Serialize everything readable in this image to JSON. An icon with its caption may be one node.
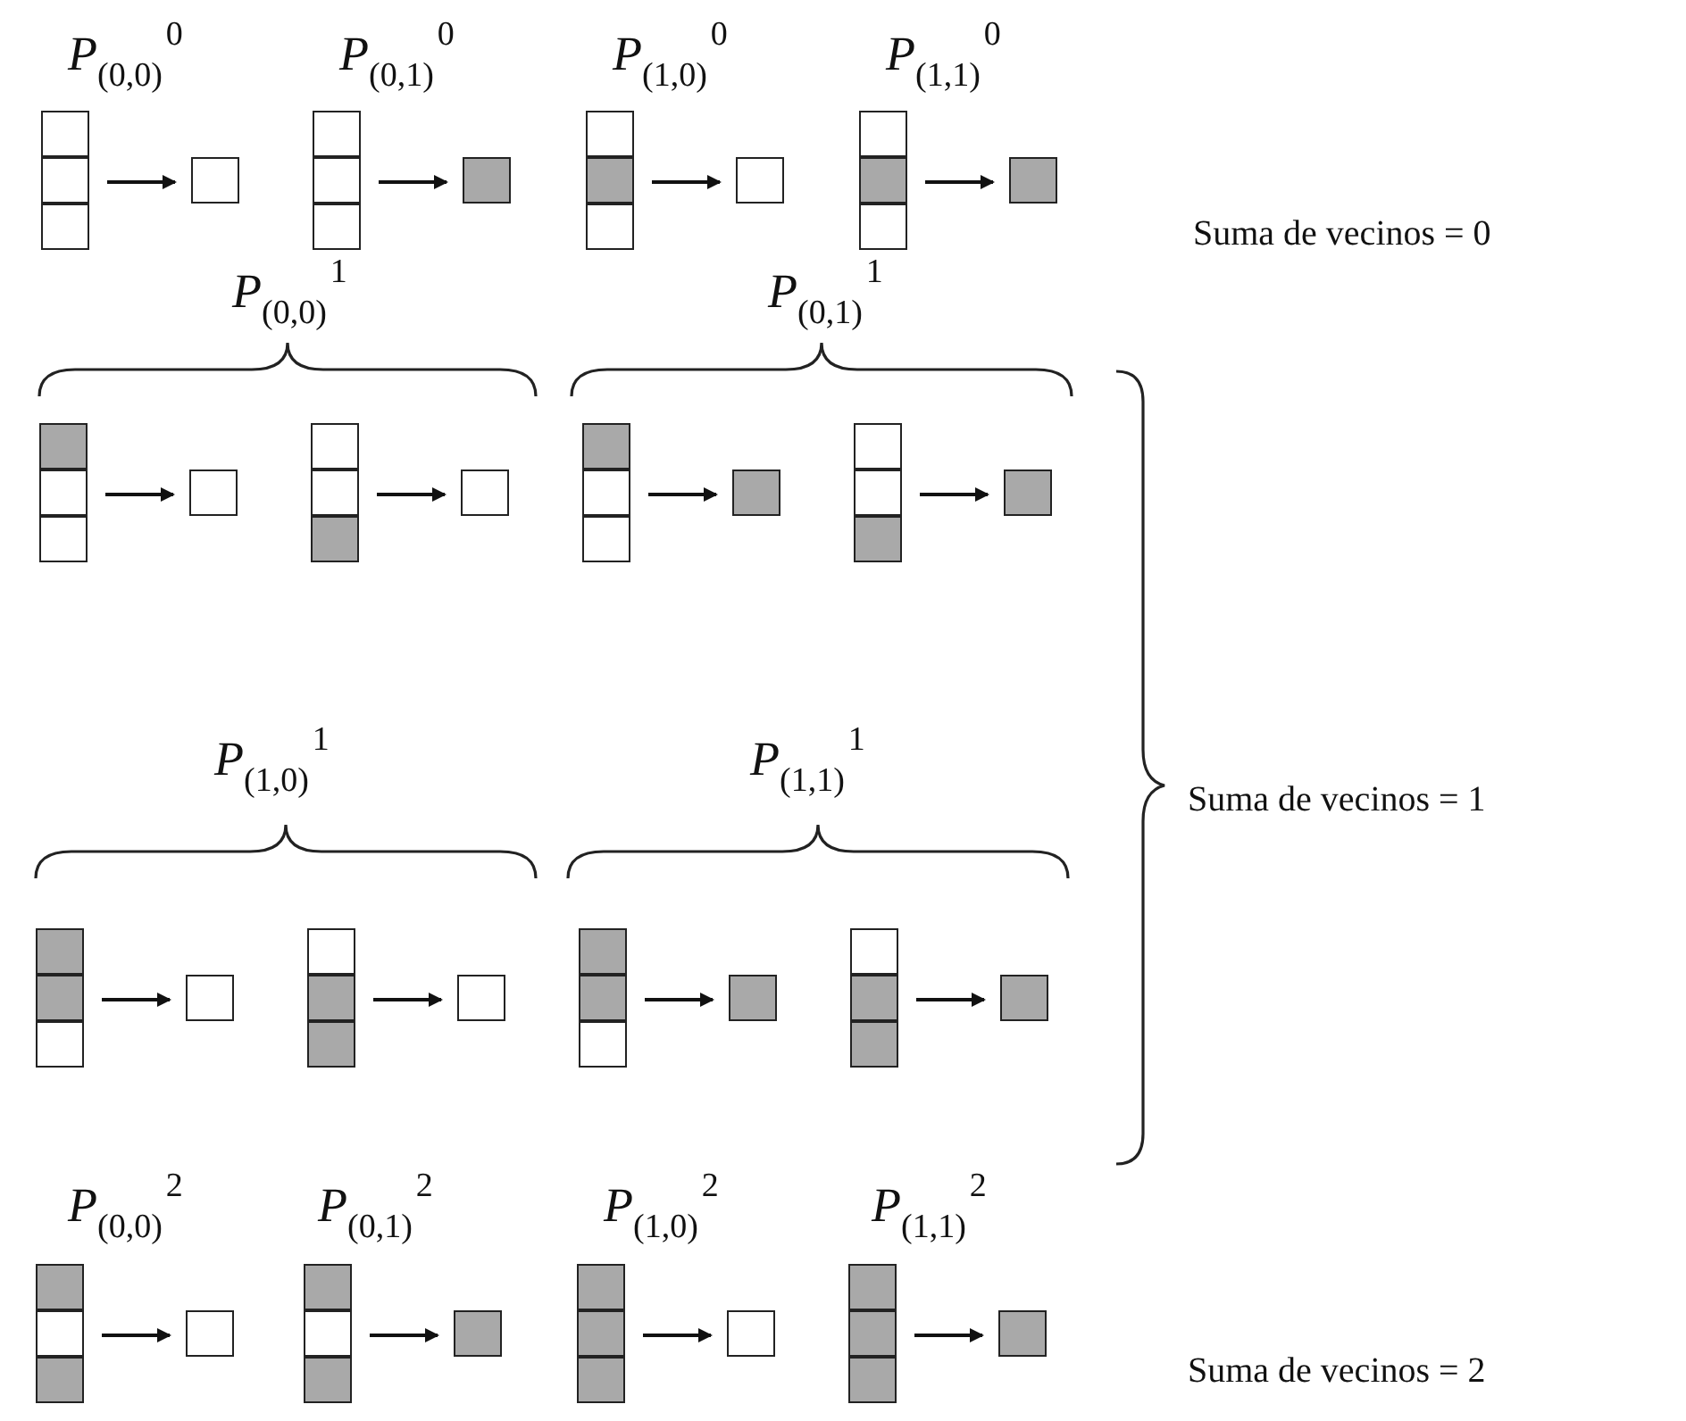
{
  "diagram": {
    "nodes": [
      {
        "text": [
          "*P*$_{(0,0)}$$^{0}$"
        ]
      },
      {
        "text": [],
        "shape": "box",
        "in": 0
      },
      {
        "text": [],
        "shape": "box",
        "in": 0
      },
      {
        "text": [],
        "shape": "box",
        "in": 0
      },
      {
        "text": [],
        "shape": "box",
        "in": 0
      },
      {
        "text": [
          "*P*$_{(0,1)}$$^{0}$"
        ]
      },
      {
        "text": [],
        "shape": "box",
        "in": 5
      },
      {
        "text": [],
        "shape": "box",
        "in": 5
      },
      {
        "text": [],
        "shape": "box",
        "in": 5
      },
      {
        "text": [],
        "shape": "shaded-box",
        "in": 5
      },
      {
        "text": [
          "*P*$_{(1,0)}$$^{0}$"
        ]
      },
      {
        "text": [],
        "shape": "box",
        "in": 10
      },
      {
        "text": [],
        "shape": "shaded-box",
        "in": 10
      },
      {
        "text": [],
        "shape": "box",
        "in": 10
      },
      {
        "text": [],
        "shape": "box",
        "in": 10
      },
      {
        "text": [
          "*P*$_{(1,1)}$$^{0}$"
        ]
      },
      {
        "text": [],
        "shape": "box",
        "in": 15
      },
      {
        "text": [],
        "shape": "shaded-box",
        "in": 15
      },
      {
        "text": [],
        "shape": "box",
        "in": 15
      },
      {
        "text": [],
        "shape": "shaded-box",
        "in": 15
      },
      {
        "text": [
          "*P*$_{(0,0)}$$^{1}$"
        ]
      },
      {
        "text": [],
        "shape": "shaded-box",
        "in": 20
      },
      {
        "text": [],
        "shape": "box",
        "in": 20
      },
      {
        "text": [],
        "shape": "box",
        "in": 20
      },
      {
        "text": [],
        "shape": "box",
        "in": 20
      },
      {
        "text": [],
        "shape": "box",
        "in": 20
      },
      {
        "text": [],
        "shape": "box",
        "in": 20
      },
      {
        "text": [],
        "shape": "shaded-box",
        "in": 20
      },
      {
        "text": [],
        "shape": "box",
        "in": 20
      },
      {
        "text": [
          "*P*$_{(0,1)}$$^{1}$"
        ]
      },
      {
        "text": [],
        "shape": "shaded-box",
        "in": 29
      },
      {
        "text": [],
        "shape": "box",
        "in": 29
      },
      {
        "text": [],
        "shape": "box",
        "in": 29
      },
      {
        "text": [],
        "shape": "shaded-box",
        "in": 29
      },
      {
        "text": [],
        "shape": "box",
        "in": 29
      },
      {
        "text": [],
        "shape": "box",
        "in": 29
      },
      {
        "text": [],
        "shape": "shaded-box",
        "in": 29
      },
      {
        "text": [],
        "shape": "shaded-box",
        "in": 29
      },
      {
        "text": [
          "*P*$_{(1,0)}$$^{1}$"
        ]
      },
      {
        "text": [],
        "shape": "shaded-box",
        "in": 38
      },
      {
        "text": [],
        "shape": "shaded-box",
        "in": 38
      },
      {
        "text": [],
        "shape": "box",
        "in": 38
      },
      {
        "text": [],
        "shape": "box",
        "in": 38
      },
      {
        "text": [],
        "shape": "box",
        "in": 38
      },
      {
        "text": [],
        "shape": "shaded-box",
        "in": 38
      },
      {
        "text": [],
        "shape": "shaded-box",
        "in": 38
      },
      {
        "text": [],
        "shape": "box",
        "in": 38
      },
      {
        "text": [
          "*P*$_{(1,1)}$$^{1}$"
        ]
      },
      {
        "text": [],
        "shape": "shaded-box",
        "in": 47
      },
      {
        "text": [],
        "shape": "shaded-box",
        "in": 47
      },
      {
        "text": [],
        "shape": "box",
        "in": 47
      },
      {
        "text": [],
        "shape": "shaded-box",
        "in": 47
      },
      {
        "text": [],
        "shape": "box",
        "in": 47
      },
      {
        "text": [],
        "shape": "shaded-box",
        "in": 47
      },
      {
        "text": [],
        "shape": "shaded-box",
        "in": 47
      },
      {
        "text": [],
        "shape": "shaded-box",
        "in": 47
      },
      {
        "text": [
          "*P*$_{(0,0)}$$^{2}$"
        ]
      },
      {
        "text": [],
        "shape": "shaded-box",
        "in": 56
      },
      {
        "text": [],
        "shape": "box",
        "in": 56
      },
      {
        "text": [],
        "shape": "shaded-box",
        "in": 56
      },
      {
        "text": [],
        "shape": "box",
        "in": 56
      },
      {
        "text": [
          "*P*$_{(0,1)}$$^{2}$"
        ]
      },
      {
        "text": [],
        "shape": "shaded-box",
        "in": 61
      },
      {
        "text": [],
        "shape": "box",
        "in": 61
      },
      {
        "text": [],
        "shape": "shaded-box",
        "in": 61
      },
      {
        "text": [],
        "shape": "shaded-box",
        "in": 61
      },
      {
        "text": [
          "*P*$_{(1,0)}$$^{2}$"
        ]
      },
      {
        "text": [],
        "shape": "shaded-box",
        "in": 66
      },
      {
        "text": [],
        "shape": "shaded-box",
        "in": 66
      },
      {
        "text": [],
        "shape": "shaded-box",
        "in": 66
      },
      {
        "text": [],
        "shape": "box",
        "in": 66
      },
      {
        "text": [
          "*P*$_{(1,1)}$$^{2}$"
        ]
      },
      {
        "text": [],
        "shape": "shaded-box",
        "in": 71
      },
      {
        "text": [],
        "shape": "shaded-box",
        "in": 71
      },
      {
        "text": [],
        "shape": "shaded-box",
        "in": 71
      },
      {
        "text": [],
        "shape": "shaded-box",
        "in": 71
      }
    ],
    "edges": [
      {
        "from": 2,
        "to": 4,
        "arrow": "to"
      },
      {
        "from": 7,
        "to": 9,
        "arrow": "to"
      },
      {
        "from": 12,
        "to": 14,
        "arrow": "to"
      },
      {
        "from": 17,
        "to": 19,
        "arrow": "to"
      },
      {
        "from": 22,
        "to": 24,
        "arrow": "to"
      },
      {
        "from": 26,
        "to": 28,
        "arrow": "to"
      },
      {
        "from": 31,
        "to": 33,
        "arrow": "to"
      },
      {
        "from": 35,
        "to": 37,
        "arrow": "to"
      },
      {
        "from": 40,
        "to": 42,
        "arrow": "to"
      },
      {
        "from": 44,
        "to": 46,
        "arrow": "to"
      },
      {
        "from": 49,
        "to": 51,
        "arrow": "to"
      },
      {
        "from": 53,
        "to": 55,
        "arrow": "to"
      },
      {
        "from": 58,
        "to": 60,
        "arrow": "to"
      },
      {
        "from": 63,
        "to": 65,
        "arrow": "to"
      },
      {
        "from": 68,
        "to": 70,
        "arrow": "to"
      },
      {
        "from": 73,
        "to": 75,
        "arrow": "to"
      }
    ],
    "labels": [
      "Suma de vecinos = 0",
      "Suma de vecinos = 1",
      "Suma de vecinos = 2"
    ]
  }
}
